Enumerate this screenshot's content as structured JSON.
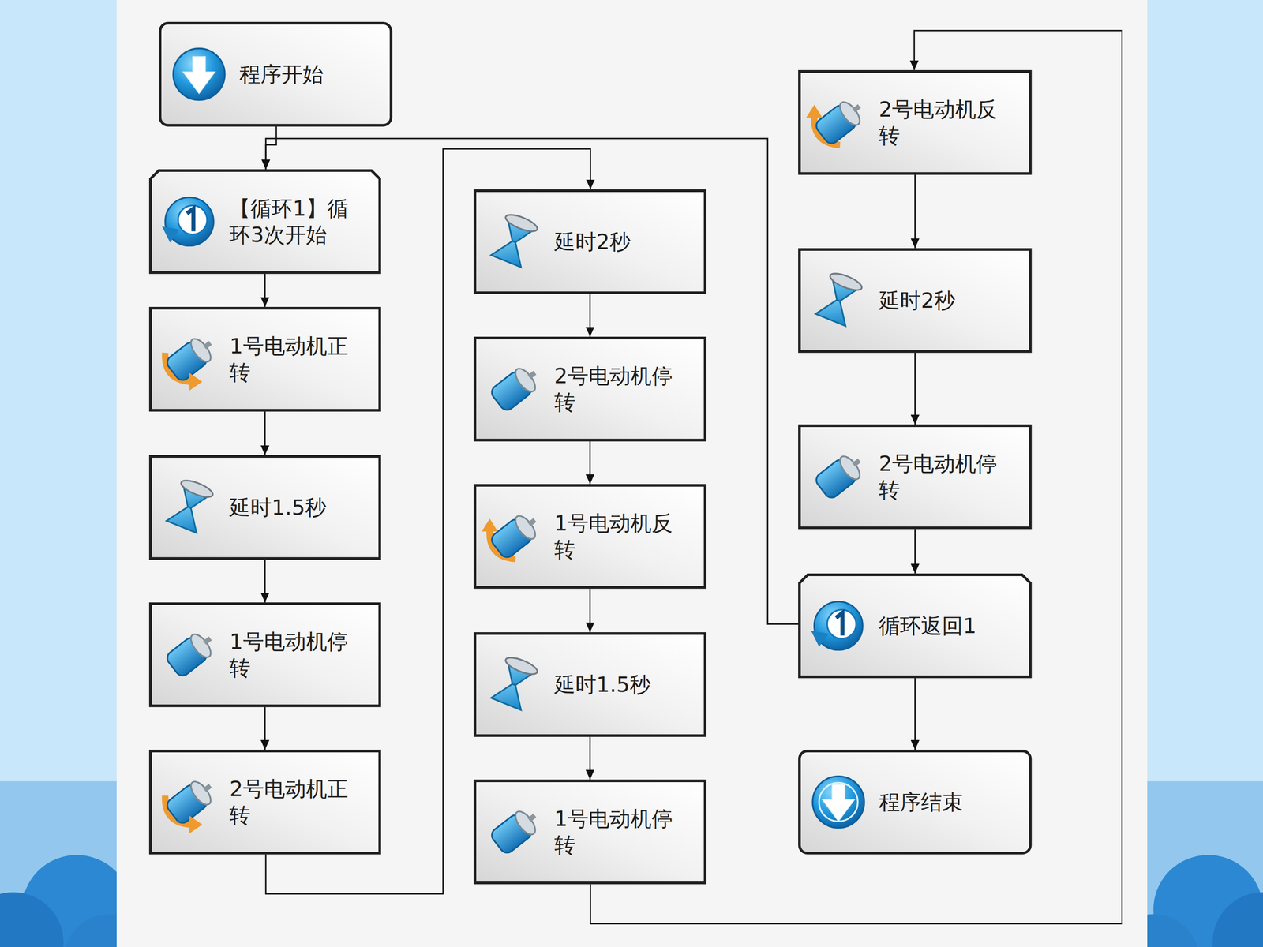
{
  "diagram": {
    "nodes": [
      {
        "text": [
          "程序开始"
        ]
      },
      {
        "text": [
          "【循环1】循环3次开始"
        ]
      },
      {
        "text": [
          "1号电动机正转"
        ]
      },
      {
        "text": [
          "延时1.5秒"
        ]
      },
      {
        "text": [
          "1号电动机停转"
        ]
      },
      {
        "text": [
          "2号电动机正转"
        ]
      },
      {
        "text": [
          "延时2秒"
        ]
      },
      {
        "text": [
          "2号电动机停转"
        ]
      },
      {
        "text": [
          "1号电动机反转"
        ]
      },
      {
        "text": [
          "延时1.5秒"
        ]
      },
      {
        "text": [
          "1号电动机停转"
        ]
      },
      {
        "text": [
          "2号电动机反转"
        ]
      },
      {
        "text": [
          "延时2秒"
        ]
      },
      {
        "text": [
          "2号电动机停转"
        ]
      },
      {
        "text": [
          "循环返回1"
        ]
      },
      {
        "text": [
          "程序结束"
        ]
      }
    ],
    "edges": [
      {
        "from": 0,
        "to": 1,
        "arrow": "to"
      },
      {
        "from": 1,
        "to": 2,
        "arrow": "to"
      },
      {
        "from": 2,
        "to": 3,
        "arrow": "to"
      },
      {
        "from": 3,
        "to": 4,
        "arrow": "to"
      },
      {
        "from": 4,
        "to": 5,
        "arrow": "to"
      },
      {
        "from": 5,
        "to": 6,
        "arrow": "to"
      },
      {
        "from": 6,
        "to": 7,
        "arrow": "to"
      },
      {
        "from": 7,
        "to": 8,
        "arrow": "to"
      },
      {
        "from": 8,
        "to": 9,
        "arrow": "to"
      },
      {
        "from": 9,
        "to": 10,
        "arrow": "to"
      },
      {
        "from": 10,
        "to": 11,
        "arrow": "to"
      },
      {
        "from": 11,
        "to": 12,
        "arrow": "to"
      },
      {
        "from": 12,
        "to": 13,
        "arrow": "to"
      },
      {
        "from": 13,
        "to": 14,
        "arrow": "to"
      },
      {
        "from": 14,
        "to": 15,
        "arrow": "to"
      },
      {
        "from": 14,
        "to": 1,
        "arrow": "to"
      }
    ]
  }
}
